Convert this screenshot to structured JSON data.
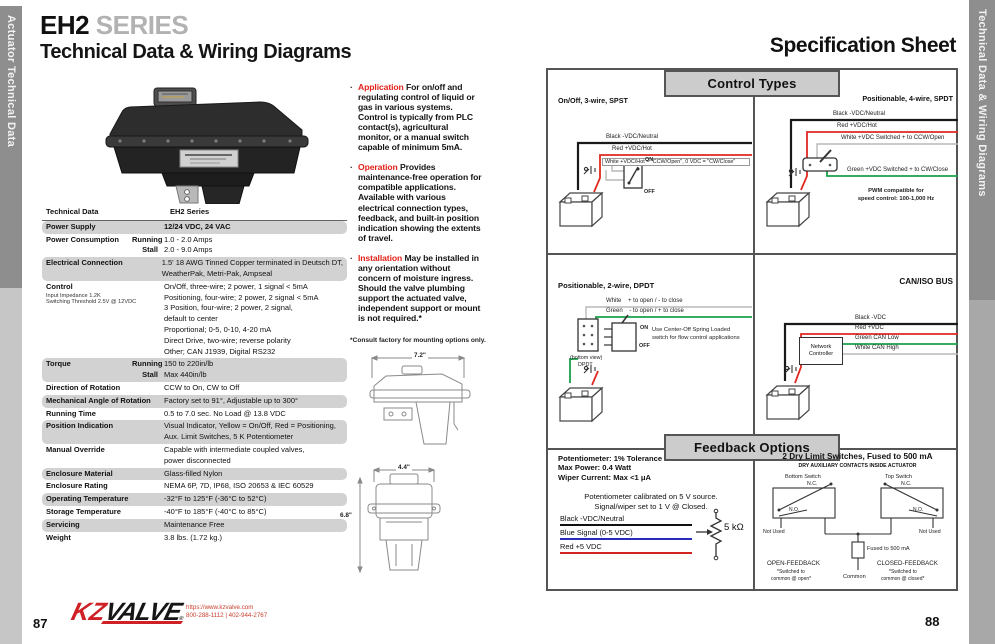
{
  "sidebars": {
    "left": "Actuator Technical Data",
    "right": "Technical Data & Wiring Diagrams"
  },
  "left_page": {
    "page_number": "87",
    "title": {
      "series": "EH2",
      "series_suffix": " SERIES",
      "subtitle": "Technical Data & Wiring Diagrams"
    },
    "bullets": [
      {
        "heading": "Application",
        "text": "For on/off and regulating control of liquid or gas in various systems. Control is typically from PLC contact(s), agricultural monitor, or a manual switch capable of minimum 5mA."
      },
      {
        "heading": "Operation",
        "text": "Provides maintenance-free operation for compatible applications. Available with various electrical connection types, feedback, and built-in position indication showing the extents of travel."
      },
      {
        "heading": "Installation",
        "text": "May be installed in any orientation without concern of moisture ingress. Should the valve plumbing support the actuated valve, independent support or mount is not required.*"
      }
    ],
    "footnote": "*Consult factory for mounting options only.",
    "dimensions": {
      "side_width": "7.2\"",
      "front_width": "4.4\"",
      "front_height": "6.8\""
    },
    "table": {
      "header_label": "Technical Data",
      "header_value": "EH2 Series",
      "rows": [
        {
          "label": "Power Supply",
          "shaded": true,
          "bold_value": true,
          "lines": [
            {
              "sub": "",
              "value": "12/24 VDC, 24 VAC"
            }
          ]
        },
        {
          "label": "Power Consumption",
          "shaded": false,
          "lines": [
            {
              "sub": "Running",
              "value": "1.0 - 2.0 Amps"
            },
            {
              "sub": "Stall",
              "value": "2.0 - 9.0 Amps"
            }
          ]
        },
        {
          "label": "Electrical Connection",
          "shaded": true,
          "lines": [
            {
              "sub": "",
              "value": "1.5' 18 AWG Tinned Copper terminated in Deutsch DT,"
            },
            {
              "sub": "",
              "value": "WeatherPak, Metri-Pak, Ampseal"
            }
          ]
        },
        {
          "label": "Control",
          "note": [
            "Input Impedance 1.2K",
            "Switching Threshold 2.5V @ 12VDC"
          ],
          "shaded": false,
          "lines": [
            {
              "sub": "",
              "value": "On/Off, three-wire; 2 power, 1 signal < 5mA"
            },
            {
              "sub": "",
              "value": "Positioning, four-wire; 2 power, 2 signal < 5mA"
            },
            {
              "sub": "",
              "value": "3 Position, four-wire; 2 power, 2 signal,"
            },
            {
              "sub": "",
              "value": "default to center"
            },
            {
              "sub": "",
              "value": "Proportional; 0-5, 0-10, 4-20 mA"
            },
            {
              "sub": "",
              "value": "Direct Drive, two-wire; reverse polarity"
            },
            {
              "sub": "",
              "value": "Other; CAN J1939, Digital RS232"
            }
          ]
        },
        {
          "label": "Torque",
          "shaded": true,
          "lines": [
            {
              "sub": "Running",
              "value": "150 to 220in/lb"
            },
            {
              "sub": "Stall",
              "value": "Max 440in/lb"
            }
          ]
        },
        {
          "label": "Direction of Rotation",
          "shaded": false,
          "lines": [
            {
              "sub": "",
              "value": "CCW to On, CW to Off"
            }
          ]
        },
        {
          "label": "Mechanical Angle of Rotation",
          "shaded": true,
          "lines": [
            {
              "sub": "",
              "value": "Factory set to 91°, Adjustable up to 300°"
            }
          ]
        },
        {
          "label": "Running Time",
          "shaded": false,
          "lines": [
            {
              "sub": "",
              "value": "0.5 to 7.0 sec. No Load @ 13.8 VDC"
            }
          ]
        },
        {
          "label": "Position Indication",
          "shaded": true,
          "lines": [
            {
              "sub": "",
              "value": "Visual Indicator, Yellow = On/Off, Red = Positioning,"
            },
            {
              "sub": "",
              "value": "Aux. Limit Switches, 5 K Potentiometer"
            }
          ]
        },
        {
          "label": "Manual Override",
          "shaded": false,
          "lines": [
            {
              "sub": "",
              "value": "Capable with intermediate coupled valves,"
            },
            {
              "sub": "",
              "value": "power disconnected"
            }
          ]
        },
        {
          "label": "Enclosure Material",
          "shaded": true,
          "lines": [
            {
              "sub": "",
              "value": "Glass-filled Nylon"
            }
          ]
        },
        {
          "label": "Enclosure Rating",
          "shaded": false,
          "lines": [
            {
              "sub": "",
              "value": "NEMA 6P, 7D, IP68, ISO 20653 & IEC 60529"
            }
          ]
        },
        {
          "label": "Operating Temperature",
          "shaded": true,
          "lines": [
            {
              "sub": "",
              "value": "-32°F to 125°F (-36°C to 52°C)"
            }
          ]
        },
        {
          "label": "Storage Temperature",
          "shaded": false,
          "lines": [
            {
              "sub": "",
              "value": "-40°F to 185°F (-40°C to 85°C)"
            }
          ]
        },
        {
          "label": "Servicing",
          "shaded": true,
          "lines": [
            {
              "sub": "",
              "value": "Maintenance Free"
            }
          ]
        },
        {
          "label": "Weight",
          "shaded": false,
          "lines": [
            {
              "sub": "",
              "value": "3.8 lbs. (1.72 kg.)"
            }
          ]
        }
      ]
    },
    "footer": {
      "brand_kz": "KZ",
      "brand_valve": "VALVE",
      "reg": "®",
      "url": "https://www.kzvalve.com",
      "phone": "800-288-1112 | 402-944-2767"
    }
  },
  "right_page": {
    "page_number": "88",
    "title": "Specification Sheet",
    "control_types": {
      "header": "Control Types",
      "spst": {
        "title": "On/Off, 3-wire, SPST",
        "wire_black": "Black -VDC/Neutral",
        "wire_red": "Red +VDC/Hot",
        "wire_white": "White +VDC/Hot = \"CCW/Open\", 0 VDC = \"CW/Close\"",
        "on": "ON",
        "off": "OFF"
      },
      "spdt": {
        "title": "Positionable, 4-wire, SPDT",
        "wire_black": "Black -VDC/Neutral",
        "wire_red": "Red +VDC/Hot",
        "wire_white": "White +VDC Switched + to CCW/Open",
        "wire_green": "Green +VDC Switched + to CW/Close",
        "note1": "PWM compatible for",
        "note2": "speed control: 100-1,000 Hz"
      },
      "dpdt": {
        "title": "Positionable, 2-wire, DPDT",
        "wire_white": "White    + to open / - to close",
        "wire_green": "Green    - to open / + to close",
        "on": "ON",
        "off": "OFF",
        "note1": "Use Center-Off Spring Loaded",
        "note2": "switch for flow control applications",
        "view1": "(bottom view)",
        "view2": "DPDT"
      },
      "canbus": {
        "title": "CAN/ISO BUS",
        "wire_black": "Black -VDC",
        "wire_red": "Red +VDC",
        "wire_green": "Green CAN Low",
        "wire_white": "White CAN High",
        "controller1": "Network",
        "controller2": "Controller"
      }
    },
    "feedback": {
      "header": "Feedback Options",
      "pot": {
        "spec1": "Potentiometer: 1% Tolerance",
        "spec2": "Max Power: 0.4 Watt",
        "spec3": "Wiper Current: Max <1 μA",
        "cal1": "Potentiometer calibrated on 5 V source.",
        "cal2": "Signal/wiper set to 1 V @ Closed.",
        "wire_black": "Black -VDC/Neutral",
        "wire_blue": "Blue Signal (0-5 VDC)",
        "wire_red": "Red +5 VDC",
        "resistor": "5 kΩ"
      },
      "limit": {
        "title": "2 Dry Limit Switches, Fused to 500 mA",
        "subtitle": "DRY AUXILIARY CONTACTS INSIDE ACTUATOR",
        "bottom_switch": "Bottom Switch",
        "top_switch": "Top Switch",
        "nc": "N.C.",
        "no": "N.O.",
        "not_used": "Not Used",
        "fuse": "Fused to 500 mA",
        "open_label": "OPEN-FEEDBACK",
        "open_note1": "*Switched to",
        "open_note2": "common @ open*",
        "closed_label": "CLOSED-FEEDBACK",
        "closed_note1": "*Switched to",
        "closed_note2": "common @ closed*",
        "common": "Common"
      }
    }
  },
  "colors": {
    "accent_red": "#cf2026",
    "wire_red": "#e02820",
    "wire_green": "#18a14b",
    "wire_blue": "#2a2abf",
    "shaded_row": "#d2d2d2",
    "tab_gray": "#8e8e8e"
  }
}
